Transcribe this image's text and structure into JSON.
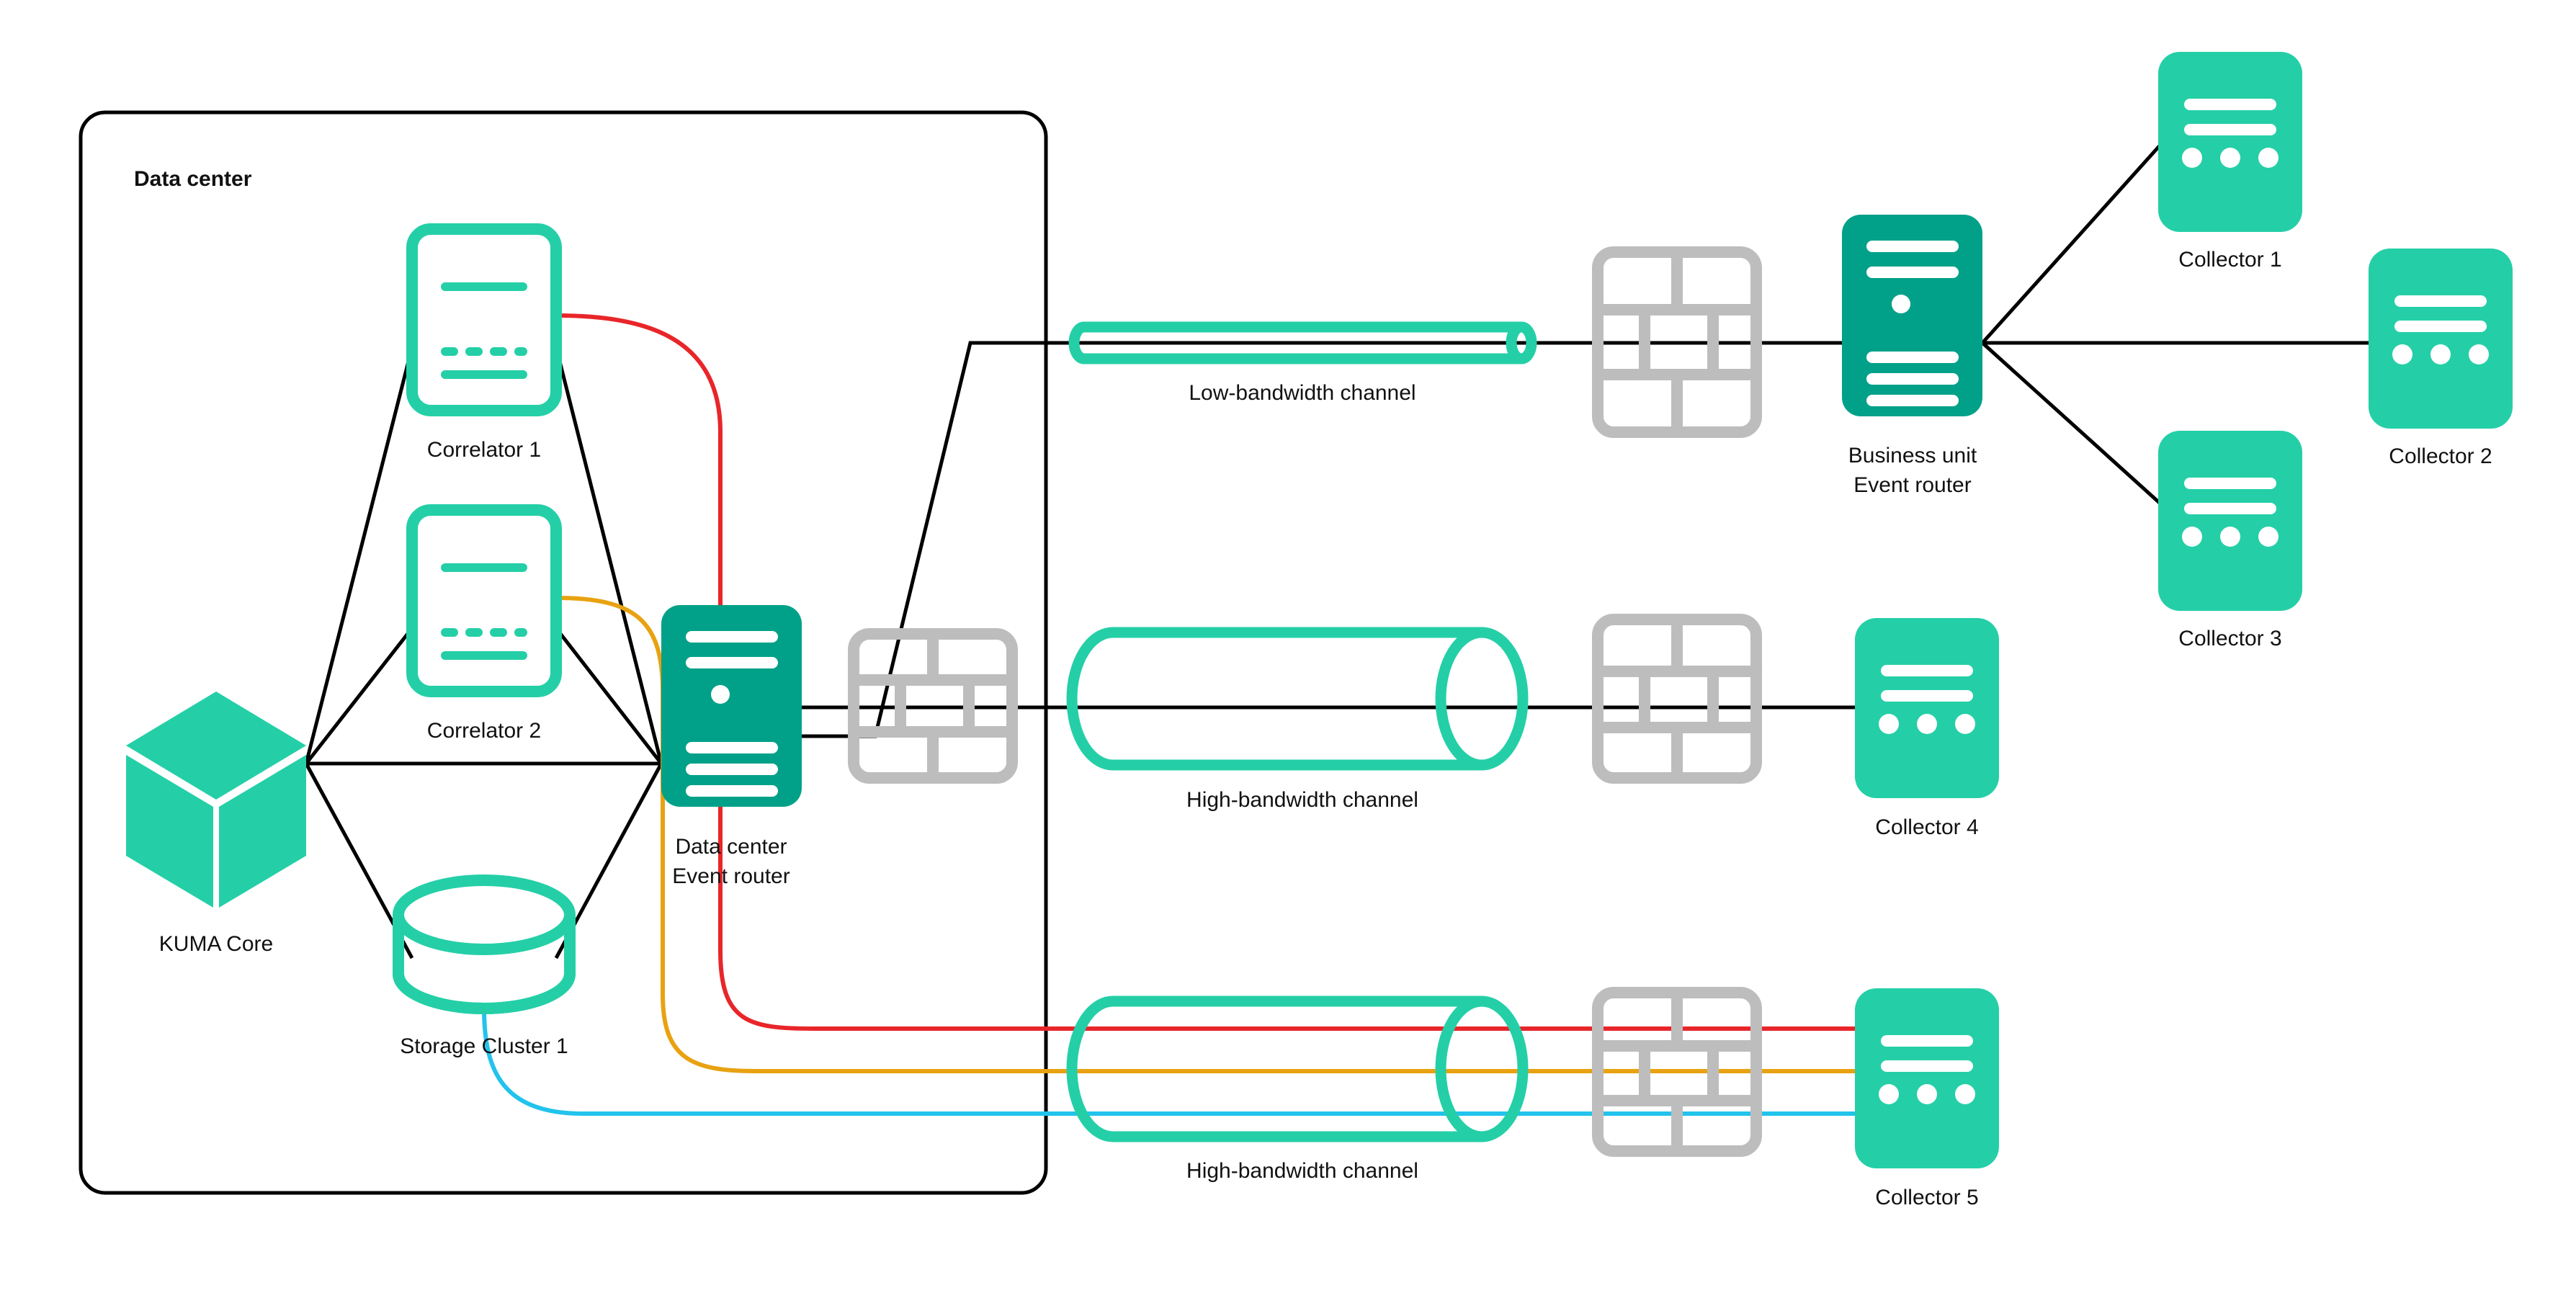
{
  "diagram": {
    "title": "KUMA distributed installation with event routers",
    "background": "#ffffff",
    "colors": {
      "brand_light_green": "#24CFA7",
      "brand_dark_teal": "#00A188",
      "firewall_gray": "#BDBDBD",
      "line_black": "#000000",
      "line_red": "#E8262A",
      "line_yellow": "#E8A211",
      "line_cyan": "#22C3EC",
      "label_text": "#111111"
    }
  },
  "zones": [
    {
      "id": "data-center",
      "label": "Data center"
    }
  ],
  "nodes": [
    {
      "id": "kuma-core",
      "label": "KUMA Core",
      "icon": "cube-icon",
      "style": "solid-light"
    },
    {
      "id": "correlator-1",
      "label": "Correlator 1",
      "icon": "correlator-icon",
      "style": "outline-light"
    },
    {
      "id": "correlator-2",
      "label": "Correlator 2",
      "icon": "correlator-icon",
      "style": "outline-light"
    },
    {
      "id": "storage-cluster-1",
      "label": "Storage Cluster 1",
      "icon": "database-icon",
      "style": "outline-light"
    },
    {
      "id": "dc-event-router",
      "label": "Data center\nEvent router",
      "icon": "server-icon",
      "style": "solid-dark"
    },
    {
      "id": "bu-event-router",
      "label": "Business unit\nEvent router",
      "icon": "server-icon",
      "style": "solid-dark"
    },
    {
      "id": "collector-1",
      "label": "Collector 1",
      "icon": "collector-icon",
      "style": "solid-light"
    },
    {
      "id": "collector-2",
      "label": "Collector 2",
      "icon": "collector-icon",
      "style": "solid-light"
    },
    {
      "id": "collector-3",
      "label": "Collector 3",
      "icon": "collector-icon",
      "style": "solid-light"
    },
    {
      "id": "collector-4",
      "label": "Collector 4",
      "icon": "collector-icon",
      "style": "solid-light"
    },
    {
      "id": "collector-5",
      "label": "Collector 5",
      "icon": "collector-icon",
      "style": "solid-light"
    }
  ],
  "firewalls": [
    {
      "id": "firewall-1",
      "icon": "firewall-brick-icon"
    },
    {
      "id": "firewall-2",
      "icon": "firewall-brick-icon"
    },
    {
      "id": "firewall-3",
      "icon": "firewall-brick-icon"
    },
    {
      "id": "firewall-4",
      "icon": "firewall-brick-icon"
    }
  ],
  "channels": [
    {
      "id": "channel-low",
      "label": "Low-bandwidth channel",
      "icon": "thin-pipe-icon"
    },
    {
      "id": "channel-high-1",
      "label": "High-bandwidth channel",
      "icon": "thick-pipe-icon"
    },
    {
      "id": "channel-high-2",
      "label": "High-bandwidth channel",
      "icon": "thick-pipe-icon"
    }
  ],
  "links": [
    {
      "from": "kuma-core",
      "to": "correlator-1",
      "color": "#000000"
    },
    {
      "from": "kuma-core",
      "to": "correlator-2",
      "color": "#000000"
    },
    {
      "from": "kuma-core",
      "to": "storage-cluster-1",
      "color": "#000000"
    },
    {
      "from": "kuma-core",
      "to": "dc-event-router",
      "color": "#000000"
    },
    {
      "from": "correlator-1",
      "to": "dc-event-router",
      "color": "#000000"
    },
    {
      "from": "correlator-2",
      "to": "dc-event-router",
      "color": "#000000"
    },
    {
      "from": "storage-cluster-1",
      "to": "dc-event-router",
      "color": "#000000"
    },
    {
      "from": "dc-event-router",
      "to": "channel-low",
      "color": "#000000"
    },
    {
      "from": "dc-event-router",
      "to": "channel-high-1",
      "color": "#000000"
    },
    {
      "from": "channel-low",
      "to": "bu-event-router",
      "color": "#000000"
    },
    {
      "from": "channel-high-1",
      "to": "collector-4",
      "color": "#000000"
    },
    {
      "from": "bu-event-router",
      "to": "collector-1",
      "color": "#000000"
    },
    {
      "from": "bu-event-router",
      "to": "collector-2",
      "color": "#000000"
    },
    {
      "from": "bu-event-router",
      "to": "collector-3",
      "color": "#000000"
    },
    {
      "from": "correlator-1",
      "to": "collector-5",
      "color": "#E8262A"
    },
    {
      "from": "correlator-2",
      "to": "collector-5",
      "color": "#E8A211"
    },
    {
      "from": "storage-cluster-1",
      "to": "collector-5",
      "color": "#22C3EC"
    }
  ]
}
